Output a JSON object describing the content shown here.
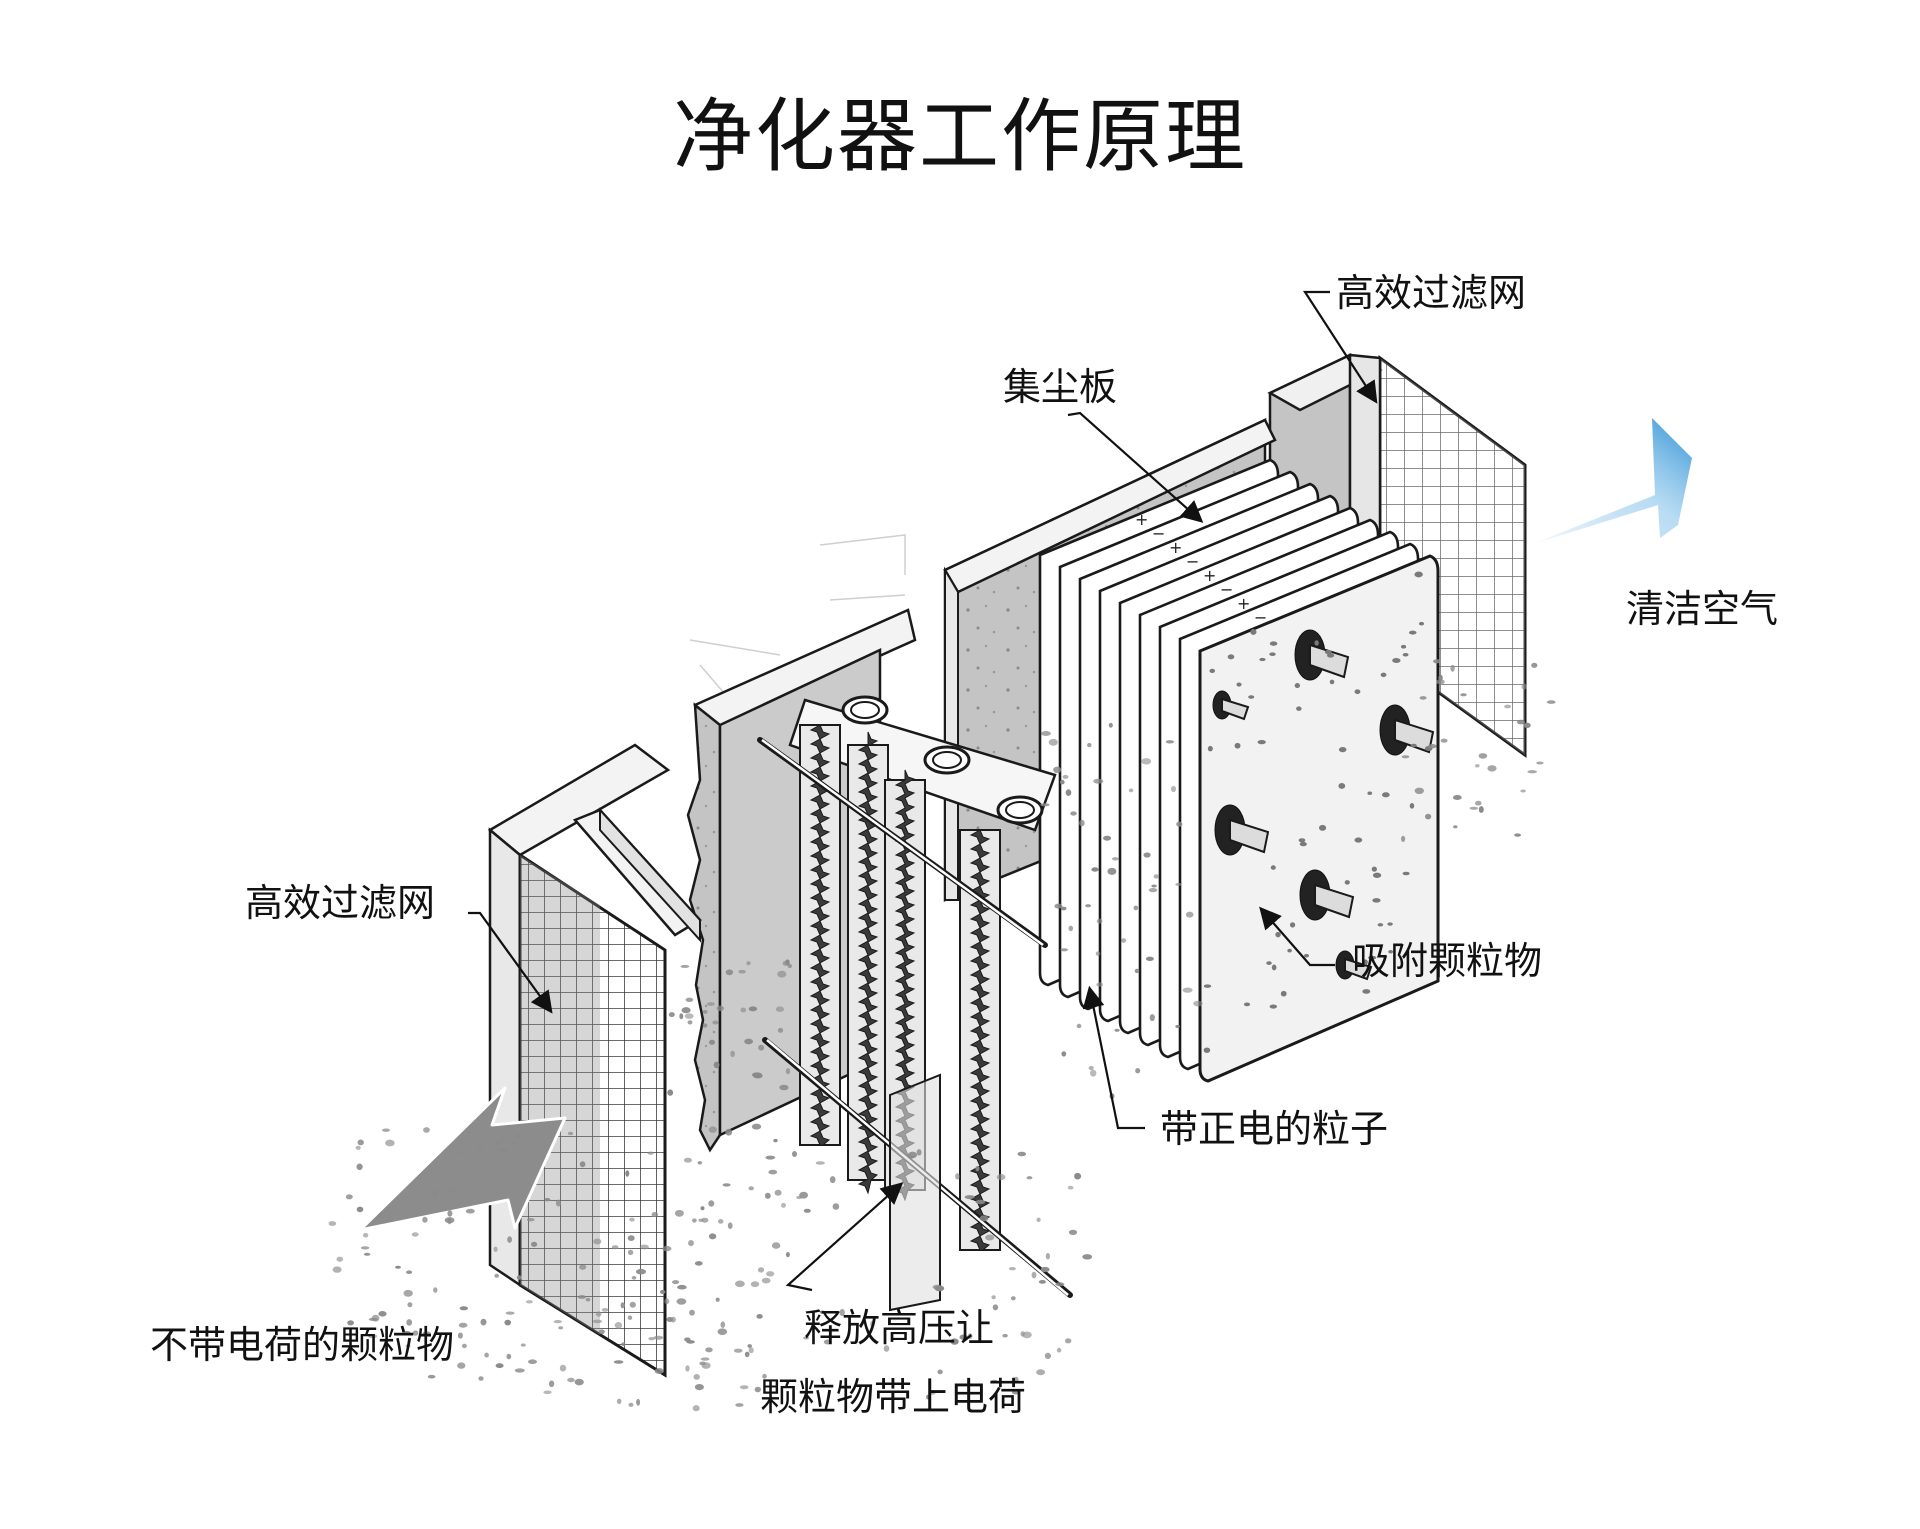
{
  "title": "净化器工作原理",
  "labels": {
    "filter_front": "高效过滤网",
    "filter_back": "高效过滤网",
    "collector_plate": "集尘板",
    "clean_air": "清洁空气",
    "adsorbed_particles": "吸附颗粒物",
    "positive_particles": "带正电的粒子",
    "ionizer_line1": "释放高压让",
    "ionizer_line2": "颗粒物带上电荷",
    "uncharged_particles": "不带电荷的颗粒物"
  },
  "plate_signs": [
    "+",
    "−"
  ],
  "colors": {
    "line": "#1a1a1a",
    "panel_fill": "#bdbdbd",
    "dust": "#8a8a8a",
    "arrow_blue": "#3d9ad6",
    "arrow_gray": "#8c8c8c"
  }
}
